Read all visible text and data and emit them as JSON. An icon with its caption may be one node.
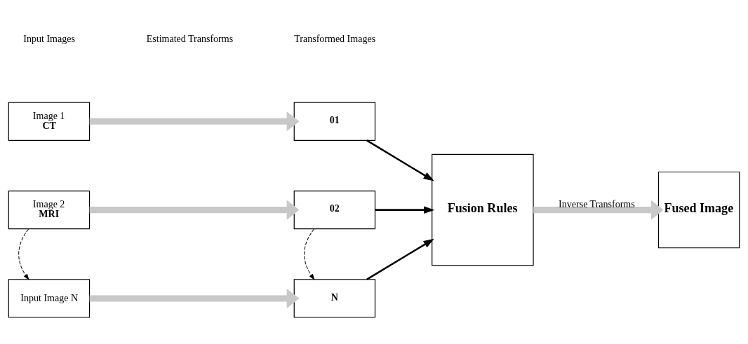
{
  "diagram": {
    "nodes": [
      {
        "text": [
          "Image 1",
          "CT"
        ]
      },
      {
        "text": [
          "Image 2",
          "MRI"
        ]
      },
      {
        "text": [
          "Input Image N"
        ]
      },
      {
        "text": [
          "01"
        ]
      },
      {
        "text": [
          "02"
        ]
      },
      {
        "text": [
          "N"
        ]
      },
      {
        "text": [
          "Fusion Rules"
        ]
      },
      {
        "text": [
          "Fused Image"
        ]
      }
    ],
    "edges": [
      {
        "from": 0,
        "to": 3,
        "arrow": "to",
        "style": "thick",
        "color": "#c8c8c8"
      },
      {
        "from": 1,
        "to": 4,
        "arrow": "to",
        "style": "thick",
        "color": "#c8c8c8"
      },
      {
        "from": 2,
        "to": 5,
        "arrow": "to",
        "style": "thick",
        "color": "#c8c8c8"
      },
      {
        "from": 3,
        "to": 6,
        "arrow": "to"
      },
      {
        "from": 4,
        "to": 6,
        "arrow": "to"
      },
      {
        "from": 5,
        "to": 6,
        "arrow": "to"
      },
      {
        "from": 6,
        "to": 7,
        "arrow": "to",
        "style": "thick",
        "color": "#c8c8c8",
        "label": "Inverse Transforms"
      },
      {
        "from": 1,
        "to": 2,
        "arrow": "to",
        "style": "dashed"
      },
      {
        "from": 4,
        "to": 5,
        "arrow": "to",
        "style": "dashed"
      }
    ],
    "labels": [
      "Input Images",
      "Estimated Transforms",
      "Transformed Images"
    ]
  }
}
